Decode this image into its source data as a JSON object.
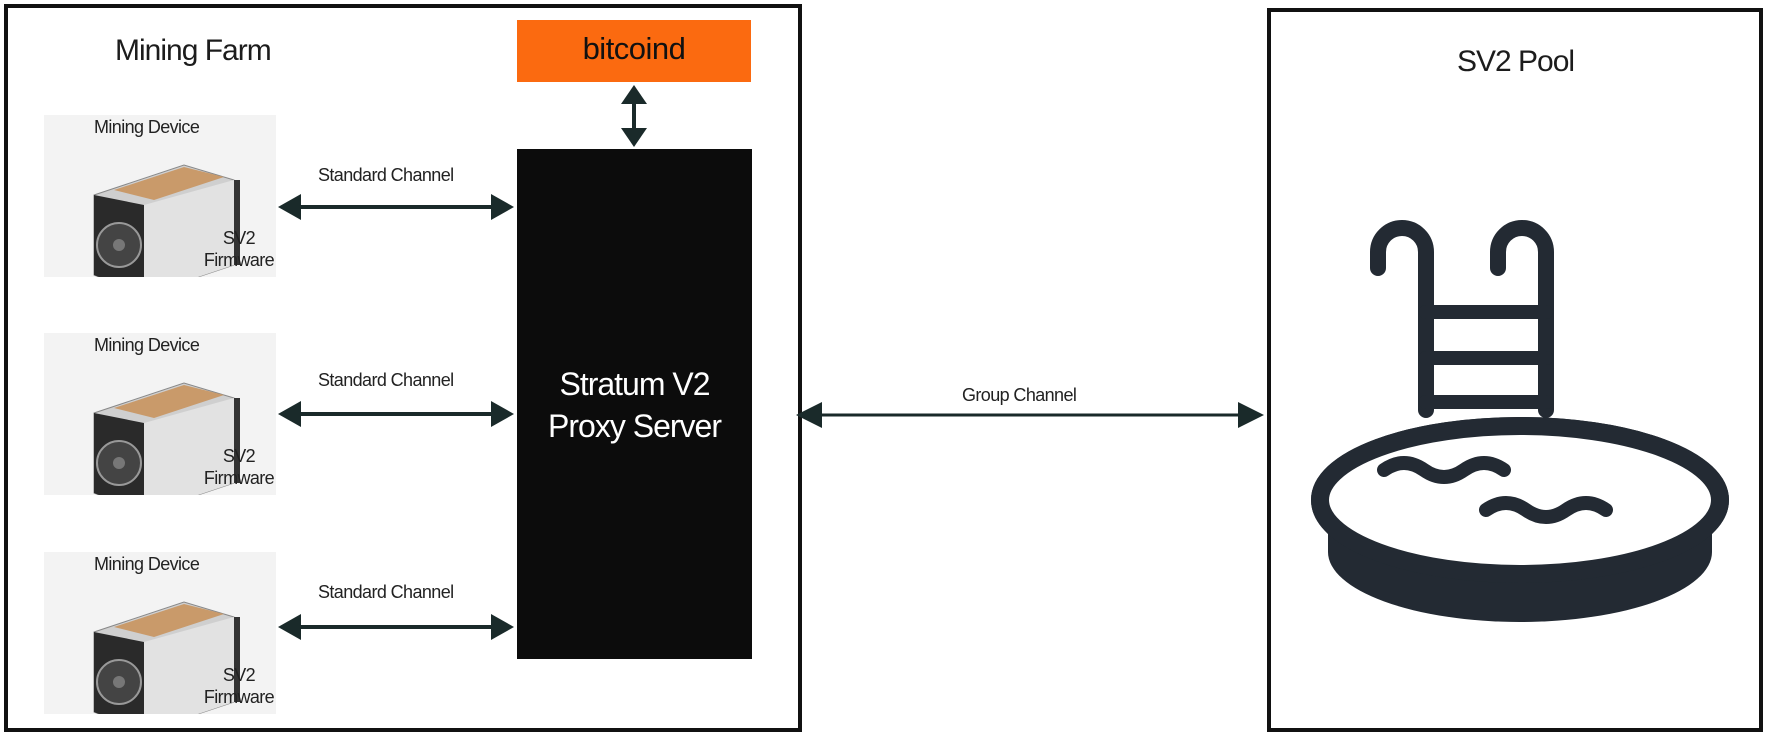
{
  "farm": {
    "title": "Mining Farm",
    "bitcoind_label": "bitcoind",
    "proxy_label_line1": "Stratum V2",
    "proxy_label_line2": "Proxy Server",
    "devices": [
      {
        "title": "Mining Device",
        "fw_line1": "SV2",
        "fw_line2": "Firmware",
        "channel": "Standard Channel"
      },
      {
        "title": "Mining Device",
        "fw_line1": "SV2",
        "fw_line2": "Firmware",
        "channel": "Standard Channel"
      },
      {
        "title": "Mining Device",
        "fw_line1": "SV2",
        "fw_line2": "Firmware",
        "channel": "Standard Channel"
      }
    ]
  },
  "link": {
    "group_channel": "Group Channel"
  },
  "pool": {
    "title": "SV2 Pool",
    "icon": "swimming-pool-icon"
  },
  "colors": {
    "bitcoind": "#fb6a10",
    "proxy": "#0c0c0c",
    "line": "#1a2a2a"
  }
}
